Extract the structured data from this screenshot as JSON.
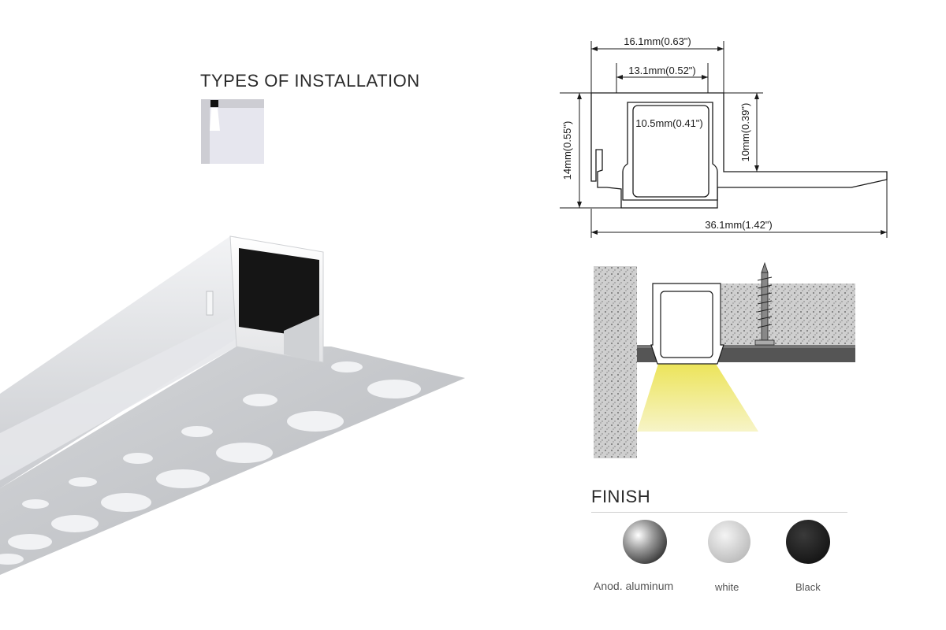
{
  "installation": {
    "title": "TYPES OF INSTALLATION",
    "icon": "recessed-installation-icon"
  },
  "dimensions": {
    "outer_width": "16.1mm(0.63\")",
    "inner_top_width": "13.1mm(0.52\")",
    "inner_width": "10.5mm(0.41\")",
    "total_height": "14mm(0.55\")",
    "inner_height": "10mm(0.39\")",
    "total_width": "36.1mm(1.42\")"
  },
  "finish": {
    "title": "FINISH",
    "options": [
      {
        "label": "Anod. aluminum",
        "color": "#9a9a9a",
        "icon": "aluminum-swatch-icon"
      },
      {
        "label": "white",
        "color": "#d8d8d8",
        "icon": "white-swatch-icon"
      },
      {
        "label": "Black",
        "color": "#1a1a1a",
        "icon": "black-swatch-icon"
      }
    ]
  },
  "colors": {
    "light_beam": "#f0ec6a",
    "profile_line": "#1a1a1a",
    "concrete": "#cfcfcf"
  }
}
